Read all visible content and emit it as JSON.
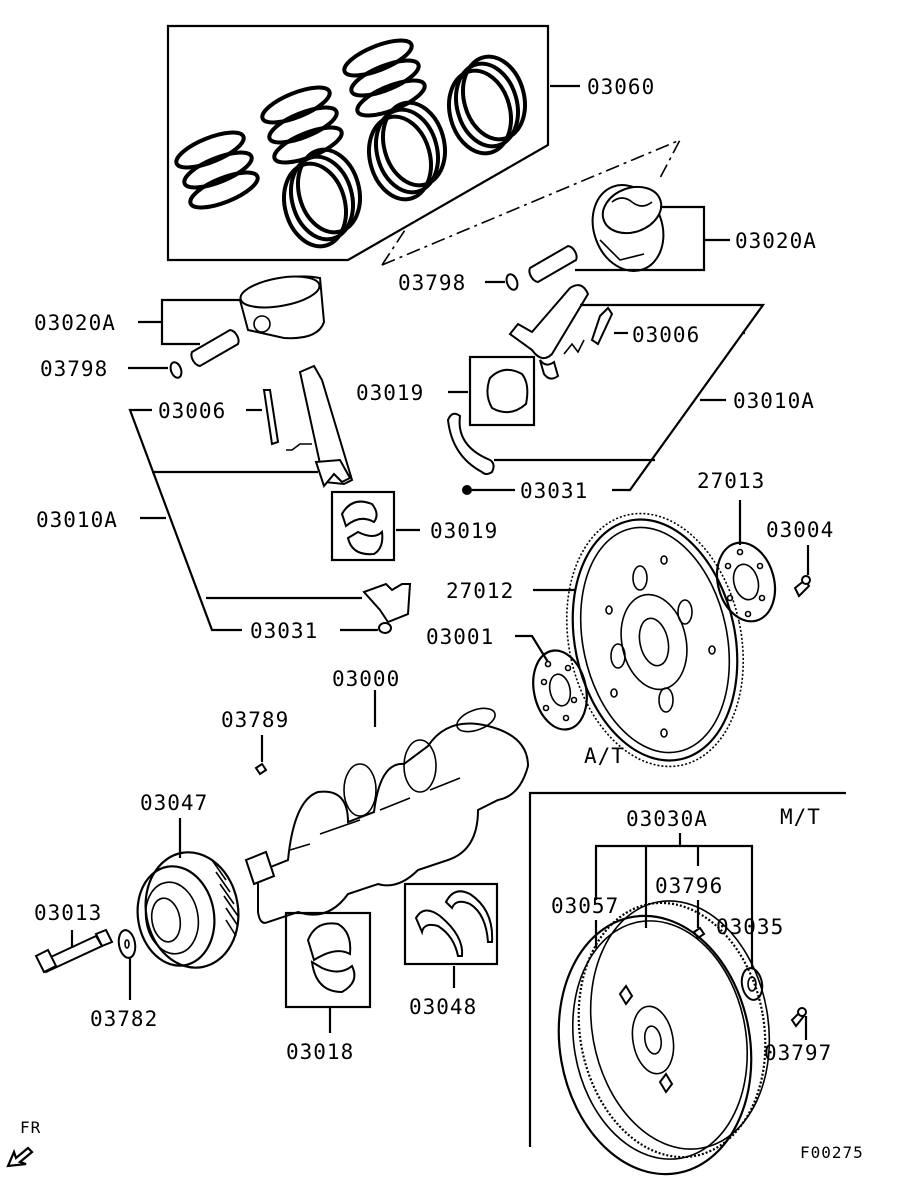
{
  "diagram": {
    "title": "Engine piston, connecting rod, crankshaft and flywheel parts diagram",
    "figure_code": "F00275",
    "direction_indicator": "FR",
    "sections": {
      "automatic": "A/T",
      "manual": "M/T"
    },
    "labels": {
      "piston_ring_set": "03060",
      "piston_right": "03020A",
      "piston_left": "03020A",
      "snap_ring_right": "03798",
      "snap_ring_left": "03798",
      "rod_bolt_right": "03006",
      "rod_bolt_left": "03006",
      "rod_bearing_right": "03019",
      "rod_bearing_left": "03019",
      "conrod_assy_right": "03010A",
      "conrod_assy_left": "03010A",
      "rod_nut_right": "03031",
      "rod_nut_left": "03031",
      "flywheel_plate": "27013",
      "flywheel_bolt_at": "03004",
      "drive_plate": "27012",
      "adapter_plate": "03001",
      "crankshaft": "03000",
      "crank_key": "03789",
      "damper_pulley": "03047",
      "pulley_bolt": "03013",
      "pulley_washer": "03782",
      "main_bearing": "03018",
      "thrust_bearing": "03048",
      "flywheel_assy_mt": "03030A",
      "ring_gear": "03057",
      "flywheel_pin": "03796",
      "pilot_bearing": "03035",
      "flywheel_bolt_mt": "03797"
    }
  }
}
